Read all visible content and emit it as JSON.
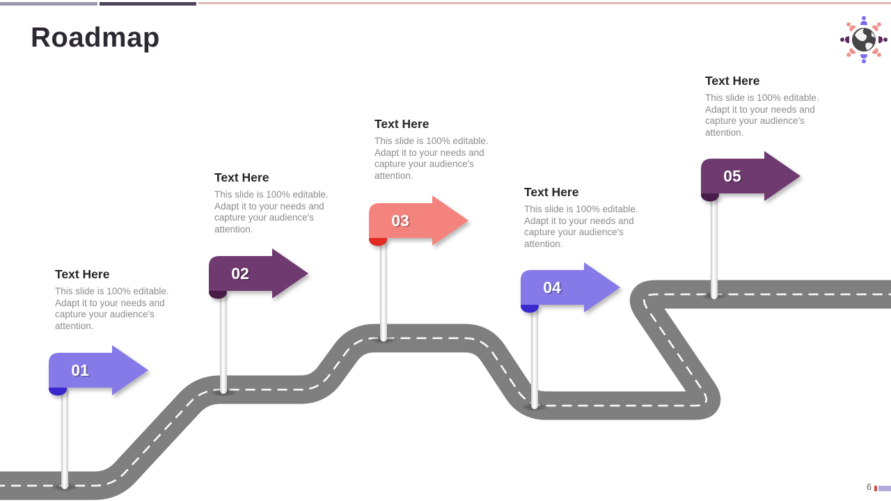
{
  "slide": {
    "title": "Roadmap",
    "page_number": "6"
  },
  "accents": {
    "top_bar_1": "#9b97ad",
    "top_bar_2": "#4e4459",
    "top_bar_3": "#dfb6b2",
    "footer_bar_red": "#c2504b",
    "footer_bar_lavender": "#b1abdb"
  },
  "road": {
    "color": "#7f7f7f",
    "centerline_color": "#ffffff"
  },
  "logo": {
    "name": "globe-people-logo",
    "globe_color": "#464646",
    "person_purple": "#7a6cf0",
    "person_salmon": "#f0928c",
    "person_plum": "#5c2a5f"
  },
  "milestones": [
    {
      "number": "01",
      "title": "Text Here",
      "description": "This slide is 100% editable. Adapt it to your needs and capture your audience's attention.",
      "color": "#8679e8",
      "fold_color": "#3a28cf"
    },
    {
      "number": "02",
      "title": "Text Here",
      "description": "This slide is 100% editable. Adapt it to your needs and capture your audience's attention.",
      "color": "#6e3a70",
      "fold_color": "#471c49"
    },
    {
      "number": "03",
      "title": "Text Here",
      "description": "This slide is 100% editable. Adapt it to your needs and capture your audience's attention.",
      "color": "#f5837d",
      "fold_color": "#e32a22"
    },
    {
      "number": "04",
      "title": "Text Here",
      "description": "This slide is 100% editable. Adapt it to your needs and capture your audience's attention.",
      "color": "#8679e8",
      "fold_color": "#3a28cf"
    },
    {
      "number": "05",
      "title": "Text Here",
      "description": "This slide is 100% editable. Adapt it to your needs and capture your audience's attention.",
      "color": "#6e3a70",
      "fold_color": "#471c49"
    }
  ]
}
